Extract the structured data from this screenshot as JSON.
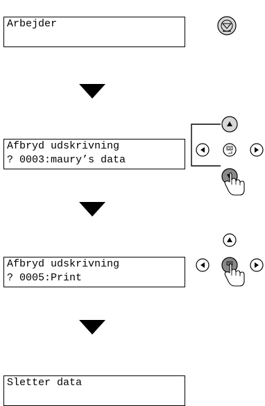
{
  "steps": [
    {
      "display": {
        "line1": "Arbejder",
        "line2": ""
      },
      "control": "stop-button"
    },
    {
      "display": {
        "line1": "Afbryd udskrivning",
        "line2": "? 0003:maury’s data"
      },
      "control": "arrow-keypad-down-pressed"
    },
    {
      "display": {
        "line1": "Afbryd udskrivning",
        "line2": "? 0005:Print"
      },
      "control": "arrow-keypad-ok-pressed"
    },
    {
      "display": {
        "line1": "Sletter data",
        "line2": ""
      }
    }
  ],
  "keypad": {
    "ok_label": "OK"
  },
  "colors": {
    "button_fill": "#d8d8d8",
    "pressed_fill": "#8a8a8a",
    "stroke": "#000000"
  }
}
